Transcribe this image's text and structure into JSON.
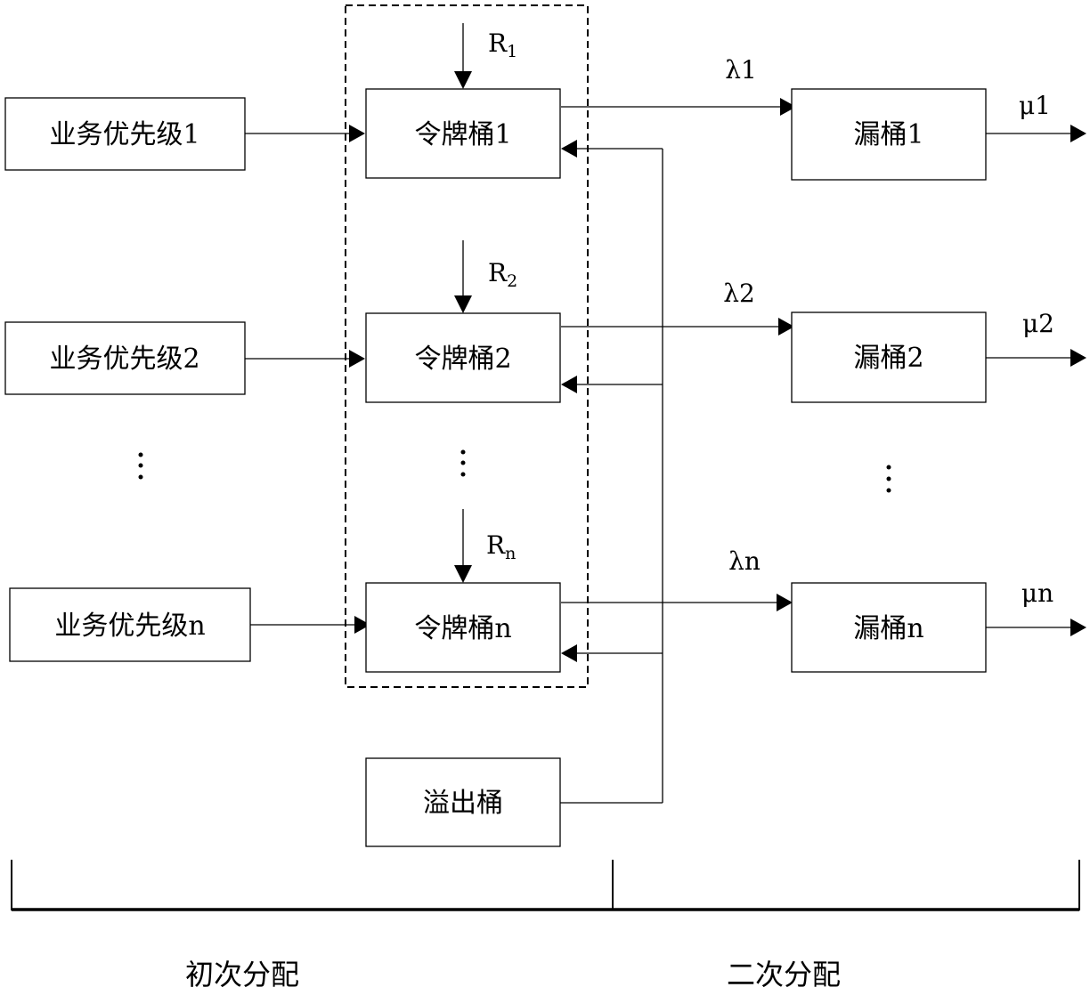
{
  "sources": [
    {
      "label": "业务优先级1"
    },
    {
      "label": "业务优先级2"
    },
    {
      "label": "业务优先级n"
    }
  ],
  "token_buckets": [
    {
      "label": "令牌桶1",
      "rate_symbol": "R",
      "rate_sub": "1"
    },
    {
      "label": "令牌桶2",
      "rate_symbol": "R",
      "rate_sub": "2"
    },
    {
      "label": "令牌桶n",
      "rate_symbol": "R",
      "rate_sub": "n"
    }
  ],
  "leaky_buckets": [
    {
      "label": "漏桶1",
      "input_label": "λ1",
      "output_label": "μ1"
    },
    {
      "label": "漏桶2",
      "input_label": "λ2",
      "output_label": "μ2"
    },
    {
      "label": "漏桶n",
      "input_label": "λn",
      "output_label": "μn"
    }
  ],
  "overflow_bucket": {
    "label": "溢出桶"
  },
  "phases": {
    "initial": "初次分配",
    "secondary": "二次分配"
  },
  "ellipsis": "⋮"
}
